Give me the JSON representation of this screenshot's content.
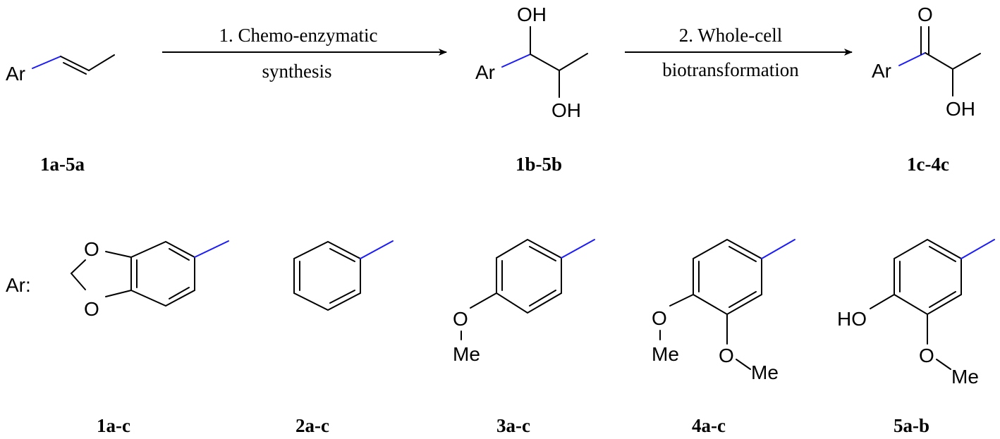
{
  "reaction": {
    "step1": {
      "line1": "1. Chemo-enzymatic",
      "line2": "synthesis"
    },
    "step2": {
      "line1": "2. Whole-cell",
      "line2": "biotransformation"
    }
  },
  "compounds": {
    "start": {
      "label": "1a-5a",
      "ar": "Ar"
    },
    "diol": {
      "label": "1b-5b",
      "ar": "Ar",
      "oh_top": "OH",
      "oh_bottom": "OH"
    },
    "ketol": {
      "label": "1c-4c",
      "ar": "Ar",
      "o": "O",
      "oh": "OH"
    }
  },
  "substituents": {
    "ar_prefix": "Ar:",
    "items": [
      {
        "label": "1a-c",
        "atoms": {
          "o1": "O",
          "o2": "O"
        }
      },
      {
        "label": "2a-c",
        "atoms": {}
      },
      {
        "label": "3a-c",
        "atoms": {
          "o": "O",
          "me": "Me"
        }
      },
      {
        "label": "4a-c",
        "atoms": {
          "o1": "O",
          "me1": "Me",
          "o2": "O",
          "me2": "Me"
        }
      },
      {
        "label": "5a-b",
        "atoms": {
          "ho": "HO",
          "o": "O",
          "me": "Me"
        }
      }
    ]
  },
  "colors": {
    "bond": "#000000",
    "ar_bond": "#1a1aff"
  }
}
